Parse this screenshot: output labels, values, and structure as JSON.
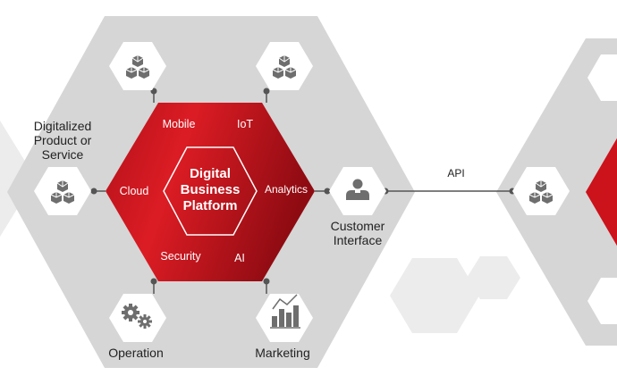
{
  "diagram": {
    "center": {
      "line1": "Digital",
      "line2": "Business",
      "line3": "Platform"
    },
    "inner_segments": {
      "mobile": "Mobile",
      "iot": "IoT",
      "cloud": "Cloud",
      "analytics": "Analytics",
      "security": "Security",
      "ai": "AI"
    },
    "outer_nodes": {
      "digitalized_product": {
        "line1": "Digitalized",
        "line2": "Product or",
        "line3": "Service",
        "icon": "cubes-icon"
      },
      "top_left": {
        "icon": "cubes-icon"
      },
      "top_right": {
        "icon": "cubes-icon"
      },
      "customer_interface": {
        "line1": "Customer",
        "line2": "Interface",
        "icon": "person-icon"
      },
      "operation": {
        "label": "Operation",
        "icon": "gears-icon"
      },
      "marketing": {
        "label": "Marketing",
        "icon": "bar-chart-icon"
      }
    },
    "connector": {
      "label": "API"
    },
    "right_cluster": {
      "node_icon": "cubes-icon"
    },
    "colors": {
      "platform_red": "#d4161f",
      "platform_red_dark": "#8f0b12",
      "gray_hex": "#d6d6d6",
      "light_gray_hex": "#ececec",
      "icon_gray": "#6e6e6e",
      "connector_gray": "#555555"
    }
  }
}
